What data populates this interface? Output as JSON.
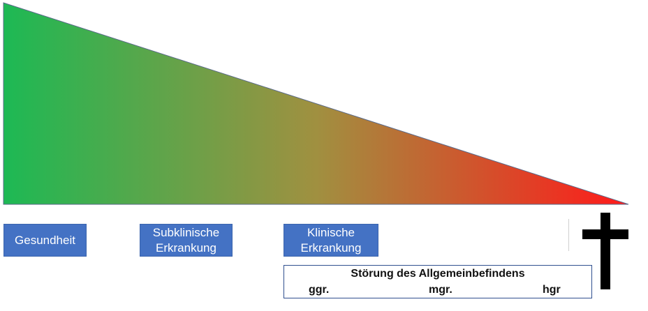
{
  "triangle": {
    "gradient_colors": [
      "#1db954",
      "#a09040",
      "#ff1a1a"
    ]
  },
  "stages": [
    {
      "label": "Gesundheit",
      "color": "#4472c4"
    },
    {
      "label": "Subklinische\nErkrankung",
      "color": "#4472c4"
    },
    {
      "label": "Klinische\nErkrankung",
      "color": "#4472c4"
    }
  ],
  "death_symbol": {
    "icon": "cross-icon",
    "color": "#000000"
  },
  "wellbeing": {
    "title": "Störung des Allgemeinbefindens",
    "grades": [
      "ggr.",
      "mgr.",
      "hgr"
    ]
  }
}
